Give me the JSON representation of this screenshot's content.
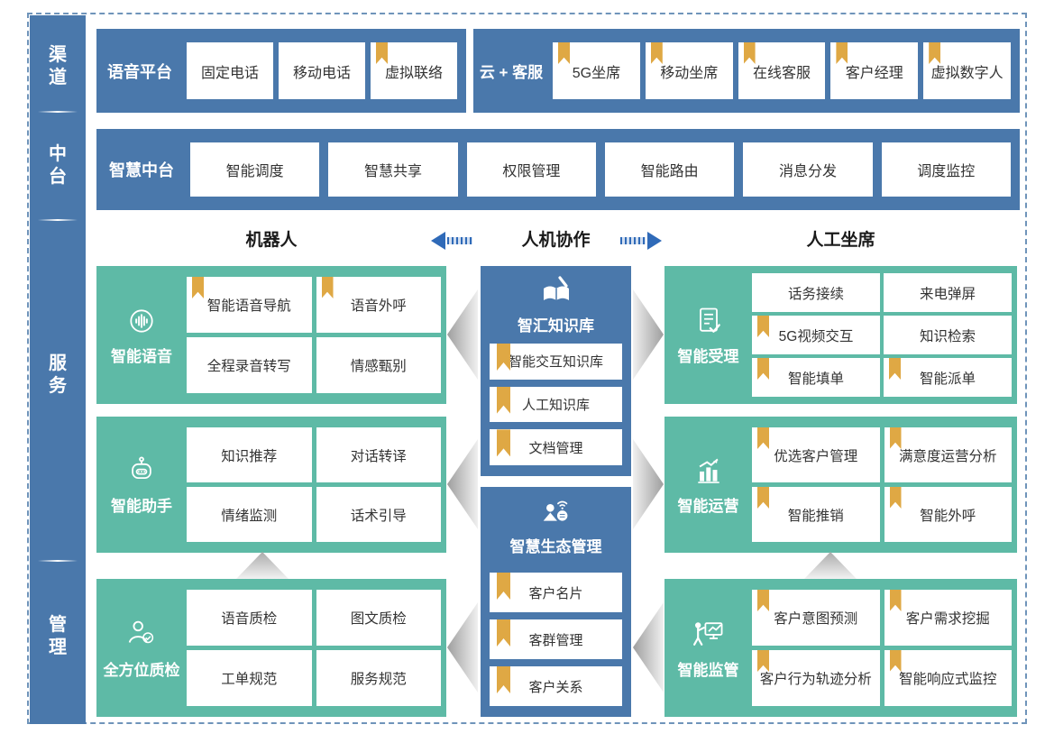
{
  "colors": {
    "blue": "#4a78ab",
    "green": "#5ebaa6",
    "gold_bookmark": "#dfa844",
    "arrow_blue": "#2f6ab8",
    "triangle_gray": "#9e9e9e",
    "border_dashed": "#6f94ba"
  },
  "sidebar": {
    "sections": [
      {
        "label": "渠道"
      },
      {
        "label": "中台"
      },
      {
        "label": "服务"
      },
      {
        "label": "管理"
      }
    ]
  },
  "channel_row": {
    "voice_platform": {
      "label": "语音平台",
      "items": [
        {
          "label": "固定电话",
          "bookmark": false
        },
        {
          "label": "移动电话",
          "bookmark": false
        },
        {
          "label": "虚拟联络",
          "bookmark": true
        }
      ]
    },
    "cloud_service": {
      "label": "云 + 客服",
      "items": [
        {
          "label": "5G坐席",
          "bookmark": true
        },
        {
          "label": "移动坐席",
          "bookmark": true
        },
        {
          "label": "在线客服",
          "bookmark": true
        },
        {
          "label": "客户经理",
          "bookmark": true
        },
        {
          "label": "虚拟数字人",
          "bookmark": true
        }
      ]
    }
  },
  "midplatform_row": {
    "label": "智慧中台",
    "items": [
      {
        "label": "智能调度"
      },
      {
        "label": "智慧共享"
      },
      {
        "label": "权限管理"
      },
      {
        "label": "智能路由"
      },
      {
        "label": "消息分发"
      },
      {
        "label": "调度监控"
      }
    ]
  },
  "section_header": {
    "left": "机器人",
    "center": "人机协作",
    "right": "人工坐席"
  },
  "left_column": [
    {
      "label": "智能语音",
      "icon": "voice-icon",
      "items": [
        {
          "label": "智能语音导航",
          "bookmark": true
        },
        {
          "label": "语音外呼",
          "bookmark": true
        },
        {
          "label": "全程录音转写",
          "bookmark": false
        },
        {
          "label": "情感甄别",
          "bookmark": false
        }
      ]
    },
    {
      "label": "智能助手",
      "icon": "robot-icon",
      "items": [
        {
          "label": "知识推荐",
          "bookmark": false
        },
        {
          "label": "对话转译",
          "bookmark": false
        },
        {
          "label": "情绪监测",
          "bookmark": false
        },
        {
          "label": "话术引导",
          "bookmark": false
        }
      ]
    },
    {
      "label": "全方位质检",
      "icon": "inspector-icon",
      "items": [
        {
          "label": "语音质检",
          "bookmark": false
        },
        {
          "label": "图文质检",
          "bookmark": false
        },
        {
          "label": "工单规范",
          "bookmark": false
        },
        {
          "label": "服务规范",
          "bookmark": false
        }
      ]
    }
  ],
  "middle_column": [
    {
      "label": "智汇知识库",
      "icon": "knowledge-book-icon",
      "items": [
        {
          "label": "智能交互知识库",
          "bookmark": true
        },
        {
          "label": "人工知识库",
          "bookmark": true
        },
        {
          "label": "文档管理",
          "bookmark": true
        }
      ]
    },
    {
      "label": "智慧生态管理",
      "icon": "ecosystem-icon",
      "items": [
        {
          "label": "客户名片",
          "bookmark": true
        },
        {
          "label": "客群管理",
          "bookmark": true
        },
        {
          "label": "客户关系",
          "bookmark": true
        }
      ]
    }
  ],
  "right_column": [
    {
      "label": "智能受理",
      "icon": "document-check-icon",
      "items": [
        {
          "label": "话务接续",
          "bookmark": false
        },
        {
          "label": "来电弹屏",
          "bookmark": false
        },
        {
          "label": "5G视频交互",
          "bookmark": true
        },
        {
          "label": "知识检索",
          "bookmark": false
        },
        {
          "label": "智能填单",
          "bookmark": true
        },
        {
          "label": "智能派单",
          "bookmark": true
        }
      ]
    },
    {
      "label": "智能运营",
      "icon": "chart-icon",
      "items": [
        {
          "label": "优选客户管理",
          "bookmark": true
        },
        {
          "label": "满意度运营分析",
          "bookmark": true
        },
        {
          "label": "智能推销",
          "bookmark": true
        },
        {
          "label": "智能外呼",
          "bookmark": true
        }
      ]
    },
    {
      "label": "智能监管",
      "icon": "monitor-icon",
      "items": [
        {
          "label": "客户意图预测",
          "bookmark": true
        },
        {
          "label": "客户需求挖掘",
          "bookmark": true
        },
        {
          "label": "客户行为轨迹分析",
          "bookmark": true
        },
        {
          "label": "智能响应式监控",
          "bookmark": true
        }
      ]
    }
  ]
}
